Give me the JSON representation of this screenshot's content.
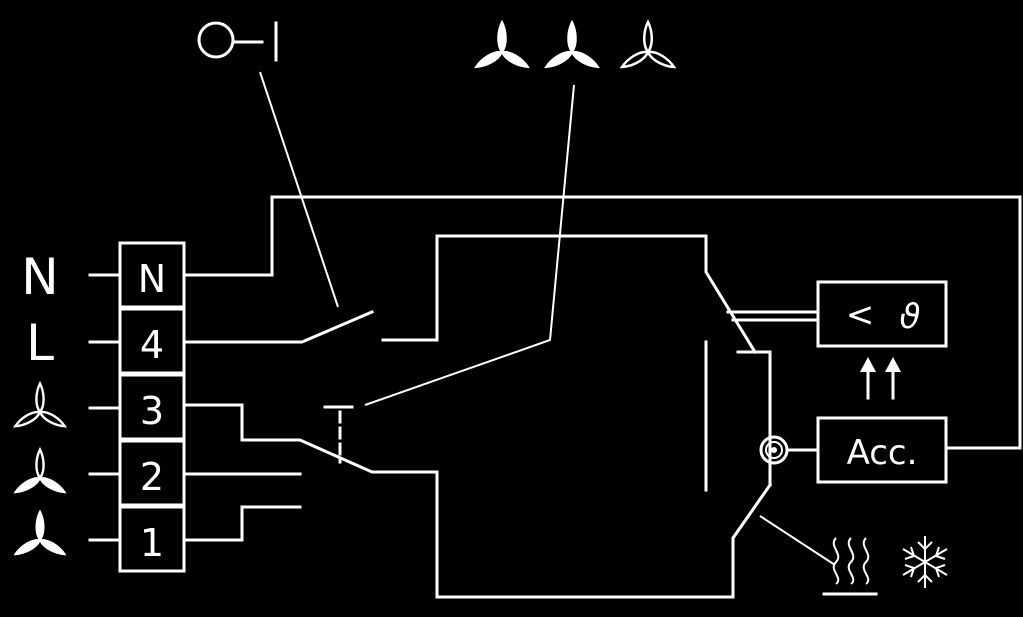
{
  "colors": {
    "background": "#000000",
    "stroke": "#ffffff"
  },
  "symbols": {
    "on_off_switch": "O-I",
    "fan_speeds": [
      "fan-icon",
      "fan-icon",
      "fan-icon-outline"
    ],
    "heating": "heat-waves-icon",
    "cooling": "snowflake-icon"
  },
  "left_labels": [
    "N",
    "L"
  ],
  "terminals": [
    "N",
    "4",
    "3",
    "2",
    "1"
  ],
  "thermostat_box": {
    "symbol": "<",
    "theta": "ϑ"
  },
  "accessory_box": {
    "label": "Acc."
  }
}
